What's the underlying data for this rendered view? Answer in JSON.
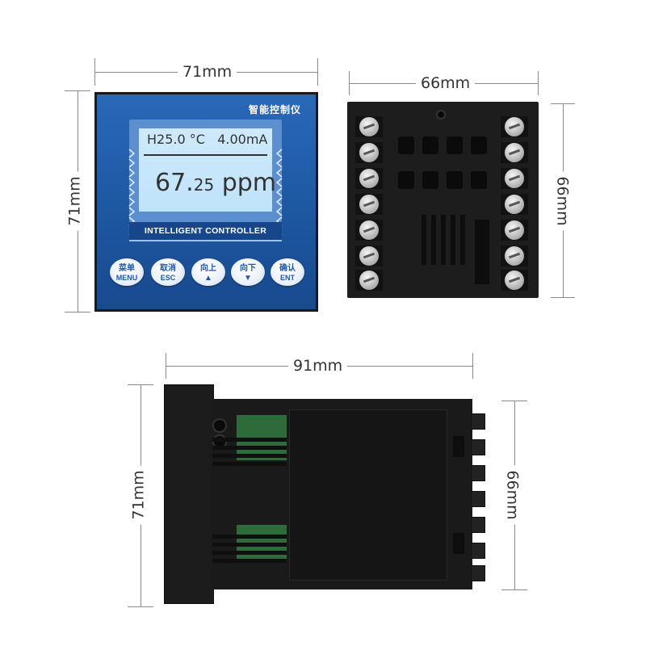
{
  "dimensions": {
    "front_width": "71mm",
    "front_height": "71mm",
    "back_width": "66mm",
    "back_height": "66mm",
    "side_length": "91mm",
    "side_height": "71mm",
    "side_terminal_height": "66mm"
  },
  "front_panel": {
    "title": "智能控制仪",
    "lcd": {
      "temperature": "H25.0 °C",
      "current": "4.00mA",
      "reading_main": "67.",
      "reading_decimal": "25",
      "reading_unit": " ppm"
    },
    "brand_text": "INTELLIGENT CONTROLLER",
    "buttons": [
      {
        "cn": "菜单",
        "en": "MENU",
        "arrow": ""
      },
      {
        "cn": "取消",
        "en": "ESC",
        "arrow": ""
      },
      {
        "cn": "向上",
        "en": "",
        "arrow": "▲"
      },
      {
        "cn": "向下",
        "en": "",
        "arrow": "▼"
      },
      {
        "cn": "确认",
        "en": "ENT",
        "arrow": ""
      }
    ]
  },
  "colors": {
    "panel_blue": "#1f5aa6",
    "lcd_background": "#c8e6fa",
    "housing": "#1d1d1d"
  }
}
